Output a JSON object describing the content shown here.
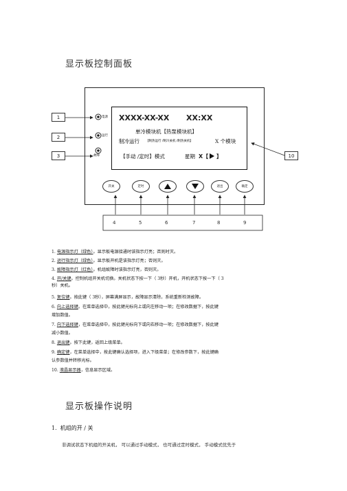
{
  "title": "显示板控制面板",
  "callouts": {
    "left": [
      "1",
      "2",
      "3"
    ],
    "right": "10",
    "bottom": [
      "4",
      "5",
      "6",
      "7",
      "8",
      "9"
    ]
  },
  "leds": [
    "电源",
    "运行",
    "故障"
  ],
  "lcd": {
    "line1_date": "XXXX-XX-XX",
    "line1_time": "XX:XX",
    "line2": "单冷模块机【热泵模块机】",
    "line3_main": "制冷运行",
    "line3_small": "【制热运行 /制冷关机 /制热关机】",
    "line3_right": "X 个模块",
    "line4_mode": "【手动 /定时】模式",
    "line4_week": "星期",
    "line4_x": "X【",
    "line4_end": "】"
  },
  "buttons": [
    "开关",
    "定时",
    "",
    "",
    "退出",
    "确定"
  ],
  "items": [
    {
      "n": "1.",
      "name": "电源指示灯（绿色）",
      "text": "。显示板电源接通时该指示灯亮；否则时灭。"
    },
    {
      "n": "2.",
      "name": "运行指示灯（绿色）",
      "text": "。显示板开机是该指示灯亮；否则灭。"
    },
    {
      "n": "3.",
      "name": "故障指示灯（红色）",
      "text": "。机组故障时该指示灯亮，否则灭。"
    },
    {
      "n": "4.",
      "name": "开/关键",
      "text": "。控制机组开关机切换。关机状态下按一下（      3秒）开机，开机状态下按一下（      3"
    },
    {
      "n": "",
      "name": "",
      "text": "秒）关机。"
    },
    {
      "n": "5.",
      "name": "复位键",
      "text": "。按此键（  3秒），屏幕满屏显示，故障显示清除，系统重新检测故障。"
    },
    {
      "n": "6.",
      "name": "向上选择键",
      "text": "。在菜单选择中，按此键光标向上或向左移动一项；在修改数据下，按此键"
    },
    {
      "n": "",
      "name": "",
      "text": "增加数值。"
    },
    {
      "n": "7.",
      "name": "向下选择键",
      "text": "，在菜单选择中，按此键光标向下或向右移动一项；在修改数据下，按此键"
    },
    {
      "n": "",
      "name": "",
      "text": "减小数值。"
    },
    {
      "n": "8.",
      "name": "退出键",
      "text": "。按下此键，返回上级菜单。"
    },
    {
      "n": "9.",
      "name": "确定键",
      "text": "，在菜单选择中，按此键确认选择项，进入下级菜单；在修改参数下，按此键确"
    },
    {
      "n": "",
      "name": "",
      "text": "认参数值并转移光标。"
    },
    {
      "n": "10.",
      "name": "液晶显示器",
      "text": "，信息显示区域。"
    }
  ],
  "section2_title": "显示板操作说明",
  "subsection": {
    "n": "1.",
    "text": "机组的开 / 关"
  },
  "para": "非调试状态下机组的开关机，      可以通过手动模式，     也可通过定时模式，     手动模式优先于"
}
